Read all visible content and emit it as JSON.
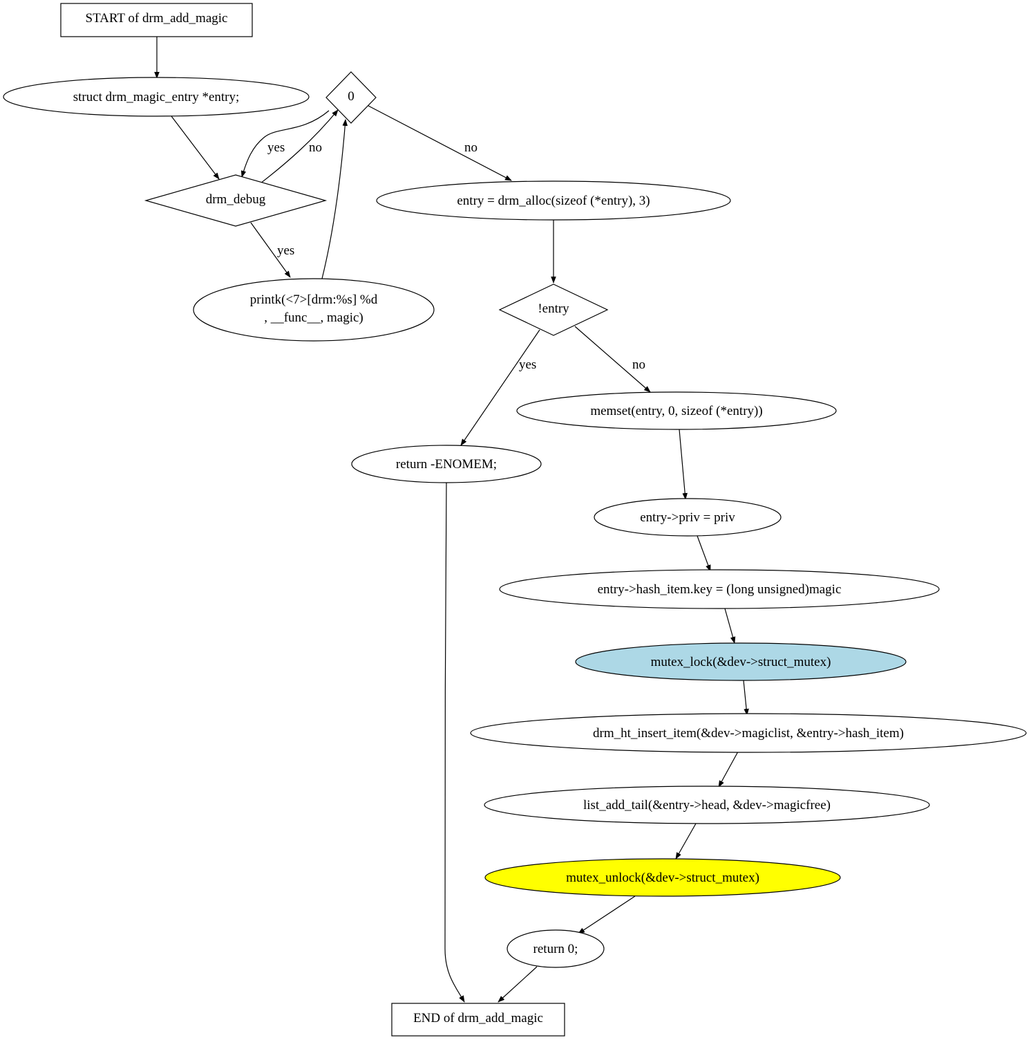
{
  "diagram": {
    "nodes": {
      "start": {
        "label": "START of drm_add_magic",
        "shape": "box"
      },
      "decl": {
        "label": "struct drm_magic_entry *entry;",
        "shape": "ellipse"
      },
      "cond0": {
        "label": "0",
        "shape": "diamond"
      },
      "drm_debug": {
        "label": "drm_debug",
        "shape": "diamond"
      },
      "printk": {
        "line1": "printk(<7>[drm:%s] %d",
        "line2": ", __func__, magic)",
        "shape": "ellipse"
      },
      "alloc": {
        "label": "entry = drm_alloc(sizeof (*entry), 3)",
        "shape": "ellipse"
      },
      "not_entry": {
        "label": "!entry",
        "shape": "diamond"
      },
      "ret_enomem": {
        "label": "return -ENOMEM;",
        "shape": "ellipse"
      },
      "memset": {
        "label": "memset(entry, 0, sizeof (*entry))",
        "shape": "ellipse"
      },
      "priv": {
        "label": "entry->priv = priv",
        "shape": "ellipse"
      },
      "hashkey": {
        "label": "entry->hash_item.key = (long unsigned)magic",
        "shape": "ellipse"
      },
      "mutex_lock": {
        "label": "mutex_lock(&dev->struct_mutex)",
        "shape": "ellipse",
        "fill": "#add8e6"
      },
      "ht_insert": {
        "label": "drm_ht_insert_item(&dev->magiclist, &entry->hash_item)",
        "shape": "ellipse"
      },
      "list_add": {
        "label": "list_add_tail(&entry->head, &dev->magicfree)",
        "shape": "ellipse"
      },
      "mutex_unlock": {
        "label": "mutex_unlock(&dev->struct_mutex)",
        "shape": "ellipse",
        "fill": "#ffff00"
      },
      "ret0": {
        "label": "return 0;",
        "shape": "ellipse"
      },
      "end": {
        "label": "END of drm_add_magic",
        "shape": "box"
      }
    },
    "edge_labels": {
      "debug_to_cond0_no": "no",
      "cond0_to_debug_yes": "yes",
      "cond0_to_alloc_no": "no",
      "debug_to_printk_yes": "yes",
      "not_entry_yes": "yes",
      "not_entry_no": "no"
    }
  }
}
